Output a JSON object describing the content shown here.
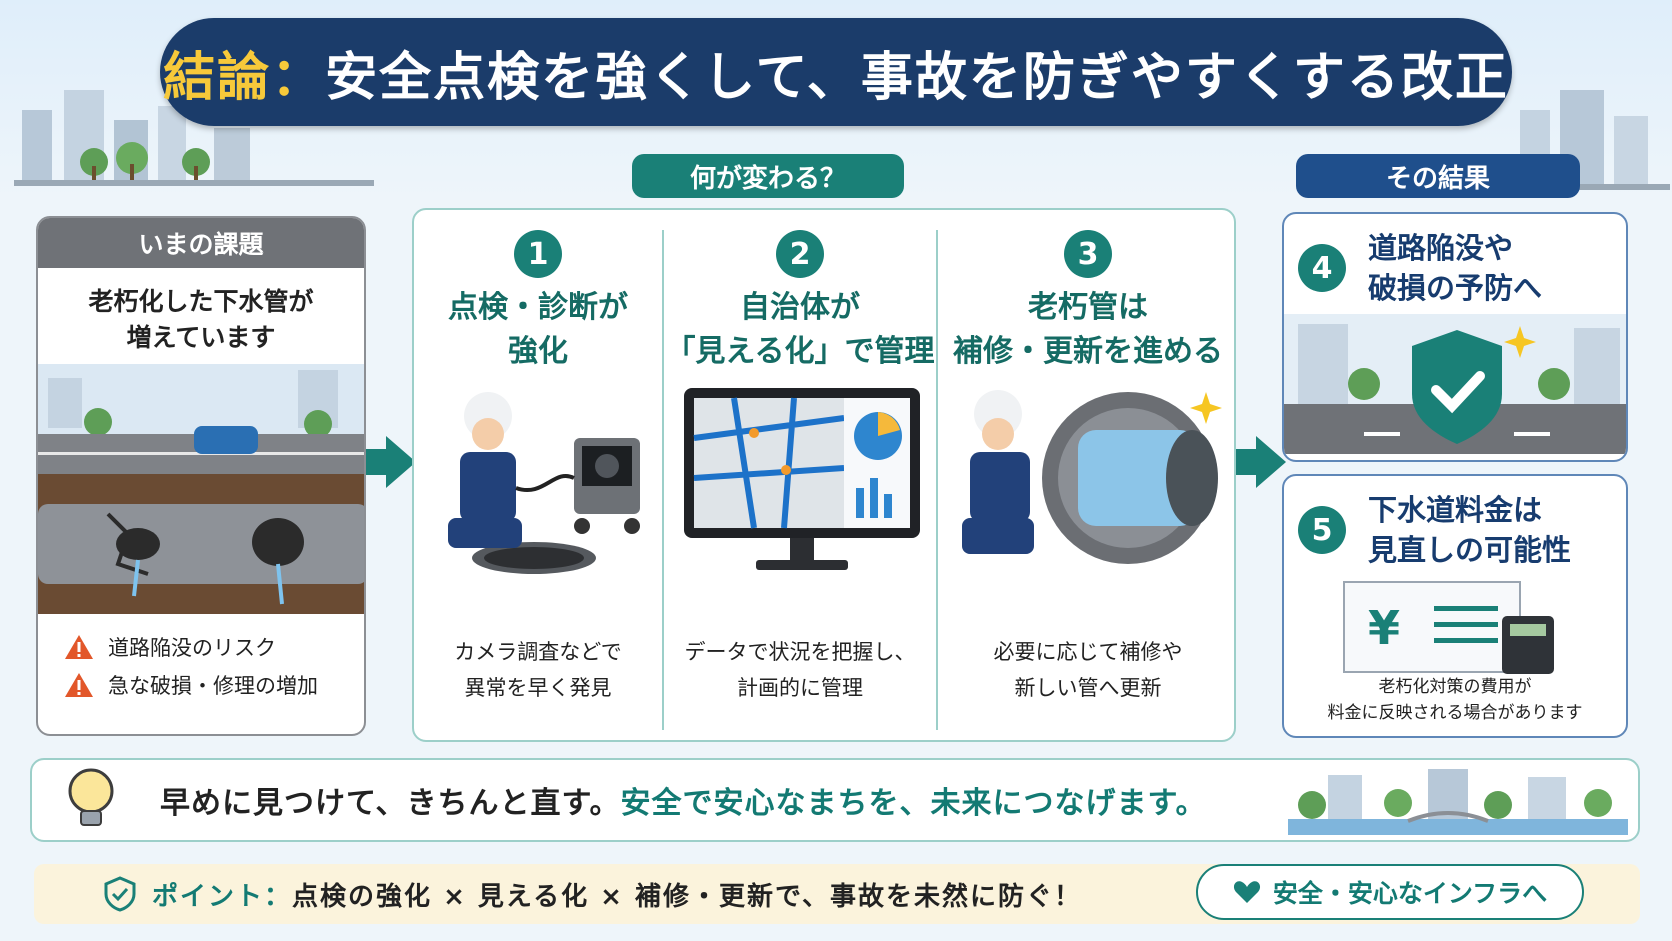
{
  "title": {
    "prefix": "結論：",
    "main": "安全点検を強くして、事故を防ぎやすくする改正"
  },
  "headers": {
    "changes": "何が変わる？",
    "result": "その結果"
  },
  "issue": {
    "header": "いまの課題",
    "title": "老朽化した下水管が\n増えています",
    "risks": [
      "道路陥没のリスク",
      "急な破損・修理の増加"
    ]
  },
  "changes": [
    {
      "num": "1",
      "title": "点検・診断が\n強化",
      "desc": "カメラ調査などで\n異常を早く発見"
    },
    {
      "num": "2",
      "title": "自治体が\n「見える化」で管理",
      "desc": "データで状況を把握し、\n計画的に管理"
    },
    {
      "num": "3",
      "title": "老朽管は\n補修・更新を進める",
      "desc": "必要に応じて補修や\n新しい管へ更新"
    }
  ],
  "results": [
    {
      "num": "4",
      "title": "道路陥没や\n破損の予防へ"
    },
    {
      "num": "5",
      "title": "下水道料金は\n見直しの可能性",
      "note": "老朽化対策の費用が\n料金に反映される場合があります"
    }
  ],
  "message": {
    "part1": "早めに見つけて、きちんと直す。",
    "part2": "安全で安心なまちを、未来につなげます。"
  },
  "point": {
    "label": "ポイント：",
    "text": "点検の強化 × 見える化 × 補修・更新で、事故を未然に防ぐ！"
  },
  "badge": {
    "text": "安全・安心なインフラへ"
  },
  "icons": [
    "shield-check-icon",
    "warning-icon",
    "lightbulb-icon",
    "heart-icon",
    "yen-icon",
    "calculator-icon",
    "sparkle-icon"
  ],
  "colors": {
    "navy": "#1b3c6a",
    "teal": "#1a8077",
    "yellow": "#f7c93a",
    "warning": "#e2572a"
  }
}
